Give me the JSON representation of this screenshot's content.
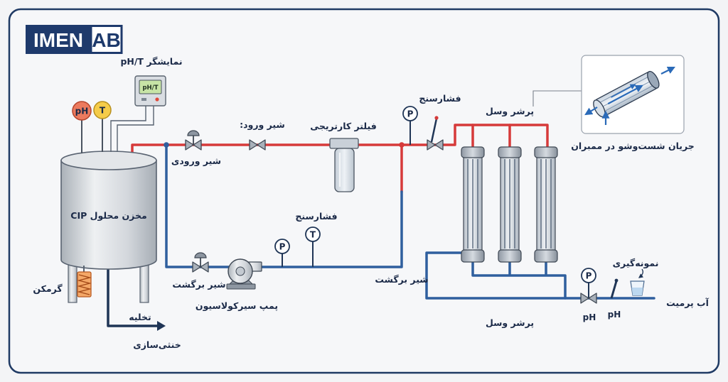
{
  "logo": {
    "left": "IMEN",
    "right": "AB"
  },
  "display": {
    "label": "نمایشگر pH/T",
    "screen": "pH/T"
  },
  "sensors": {
    "ph": "pH",
    "t": "T"
  },
  "tank": {
    "label": "مخزن محلول CIP"
  },
  "heater": {
    "label": "گرمکن"
  },
  "drain": {
    "label": "تخلیه",
    "destination": "خنثی‌سازی"
  },
  "valves": {
    "inlet": "شیر ورودی",
    "inlet_top": "شیر ورود:",
    "return_left": "شیر برگشت",
    "return_mid": "شیر برگشت"
  },
  "filter": {
    "label": "فیلتر کارتریجی"
  },
  "gauges": {
    "top_label": "فشارسنج",
    "mid_label": "فشارسنج",
    "p_symbol": "P",
    "t_symbol": "T"
  },
  "pump": {
    "label": "پمپ سیرکولاسیون"
  },
  "vessels": {
    "top_label": "پرشر وسل",
    "bottom_label": "پرشر وسل"
  },
  "callout": {
    "label": "جریان شست‌وشو در ممبران"
  },
  "permeate": {
    "label": "آب پرمیت",
    "sampling": "نمونه‌گیری",
    "ph_valve": "pH",
    "ph_probe": "pH"
  },
  "colors": {
    "supply_pipe": "#d63a3a",
    "return_pipe": "#2f5f9e",
    "outline": "#1f3a64",
    "logo_blue": "#1e3a6c"
  }
}
